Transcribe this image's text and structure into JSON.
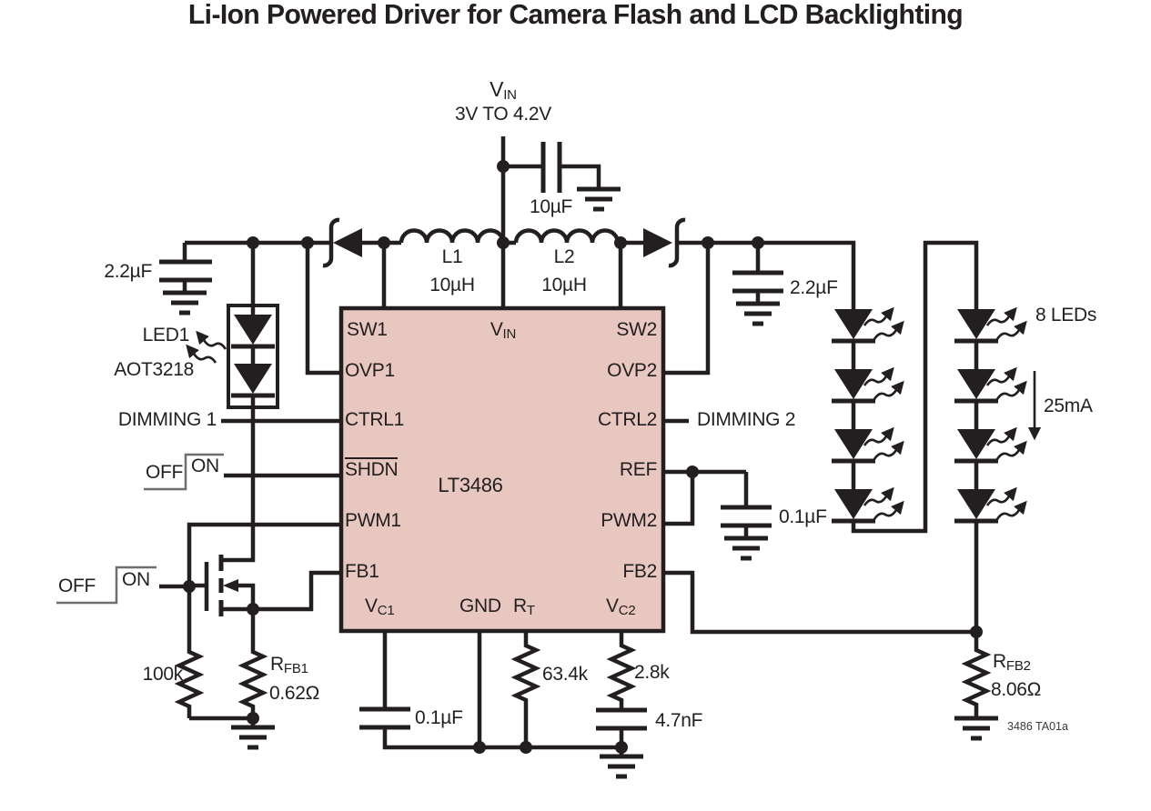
{
  "title": "Li-Ion Powered Driver for Camera Flash and LCD Backlighting",
  "colors": {
    "line": "#231f20",
    "ic_fill": "#e7c7bf",
    "signal": "#6e6e6e"
  },
  "input": {
    "rail": {
      "main": "V",
      "sub": "IN"
    },
    "range": "3V TO 4.2V",
    "bypass_cap": "10µF"
  },
  "inductors": {
    "l1": {
      "ref": "L1",
      "value": "10µH"
    },
    "l2": {
      "ref": "L2",
      "value": "10µH"
    }
  },
  "ic": {
    "part": "LT3486",
    "pins": {
      "sw1": "SW1",
      "vin": {
        "main": "V",
        "sub": "IN"
      },
      "sw2": "SW2",
      "ovp1": "OVP1",
      "ovp2": "OVP2",
      "ctrl1": "CTRL1",
      "ctrl2": "CTRL2",
      "shdn": "SHDN",
      "ref": "REF",
      "pwm1": "PWM1",
      "pwm2": "PWM2",
      "fb1": "FB1",
      "fb2": "FB2",
      "vc1": {
        "main": "V",
        "sub": "C1"
      },
      "gnd": "GND",
      "rt": {
        "main": "R",
        "sub": "T"
      },
      "vc2": {
        "main": "V",
        "sub": "C2"
      }
    }
  },
  "flash": {
    "output_cap": "2.2µF",
    "led_ref": "LED1",
    "led_part": "AOT3218",
    "dimming": "DIMMING 1",
    "shdn_switch": {
      "off": "OFF",
      "on": "ON"
    },
    "pwm_switch": {
      "off": "OFF",
      "on": "ON"
    },
    "pulldown": "100k",
    "sense_res": {
      "main": "R",
      "sub": "FB1",
      "value": "0.62Ω"
    }
  },
  "backlight": {
    "output_cap": "2.2µF",
    "dimming": "DIMMING 2",
    "ref_cap": "0.1µF",
    "led_count": "8 LEDs",
    "led_current": "25mA",
    "sense_res": {
      "main": "R",
      "sub": "FB2",
      "value": "8.06Ω"
    }
  },
  "comp": {
    "vc1_cap": "0.1µF",
    "rt_res": "63.4k",
    "vc2_res": "2.8k",
    "vc2_cap": "4.7nF"
  },
  "note": "3486 TA01a"
}
